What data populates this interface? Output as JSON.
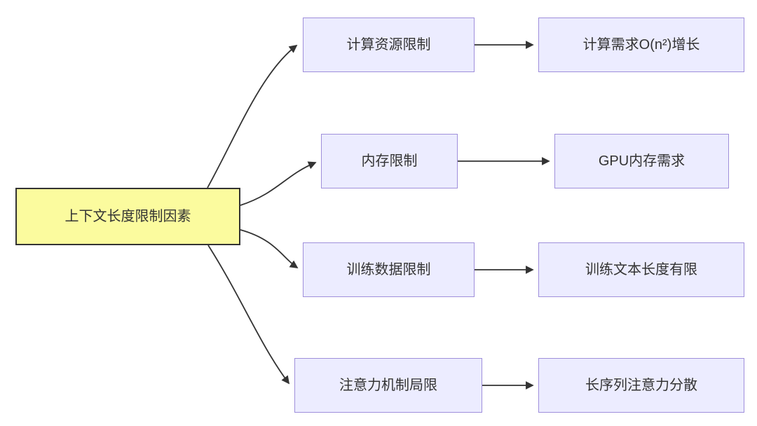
{
  "diagram": {
    "title": "context-length-limit-factors-flowchart",
    "root": {
      "label": "上下文长度限制因素"
    },
    "branches": [
      {
        "cause": "计算资源限制",
        "effect": "计算需求O(n²)增长"
      },
      {
        "cause": "内存限制",
        "effect": "GPU内存需求"
      },
      {
        "cause": "训练数据限制",
        "effect": "训练文本长度有限"
      },
      {
        "cause": "注意力机制局限",
        "effect": "长序列注意力分散"
      }
    ],
    "colors": {
      "root_fill": "#FBFB9E",
      "root_border": "#333333",
      "branch_fill": "#ECECFF",
      "branch_border": "#9F8FDB",
      "edge": "#333333",
      "text": "#333333",
      "background": "#FFFFFF"
    }
  }
}
